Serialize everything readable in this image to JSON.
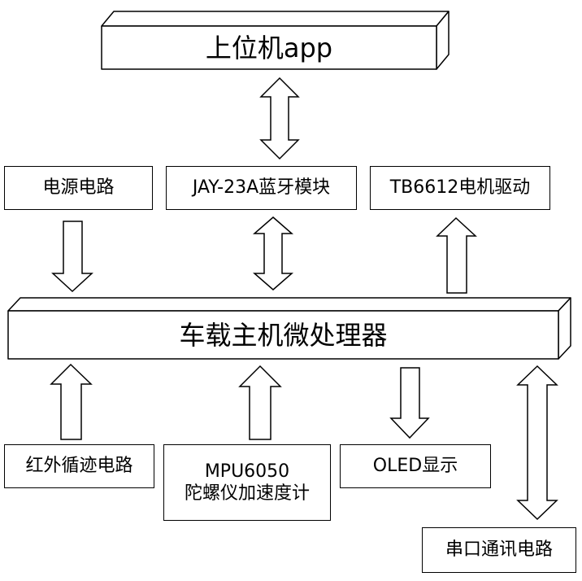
{
  "top_box": {
    "label": "上位机app"
  },
  "center_box": {
    "label": "车载主机微处理器"
  },
  "upper_modules": {
    "power": "电源电路",
    "bluetooth": "JAY-23A蓝牙模块",
    "motor": "TB6612电机驱动"
  },
  "lower_modules": {
    "infrared": "红外循迹电路",
    "mpu_line1": "MPU6050",
    "mpu_line2": "陀螺仪加速度计",
    "oled": "OLED显示",
    "serial": "串口通讯电路"
  }
}
